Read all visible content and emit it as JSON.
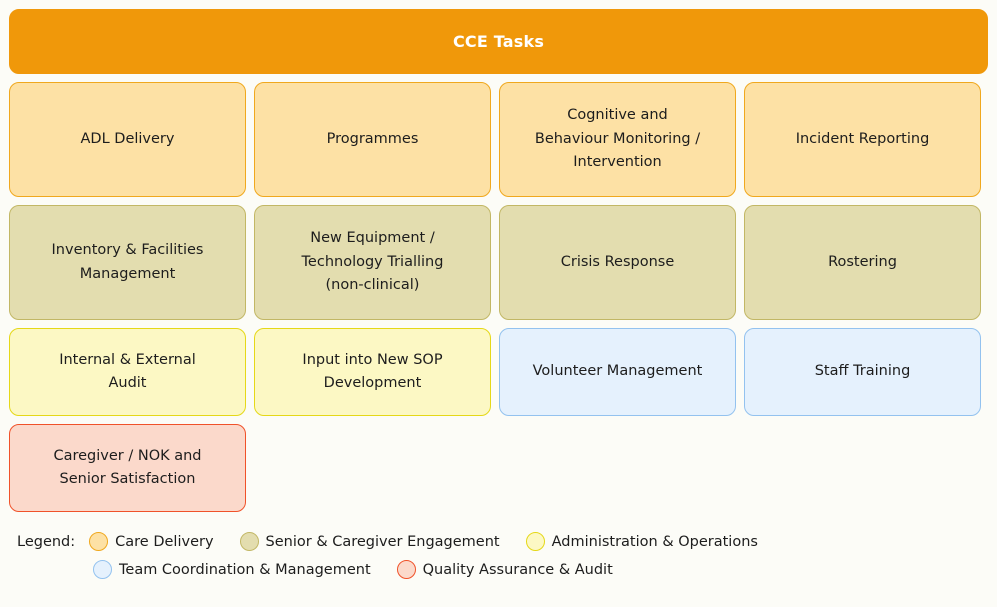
{
  "header": {
    "title": "CCE Tasks",
    "background_color": "#f0980a",
    "text_color": "#ffffff"
  },
  "categories": {
    "care": {
      "name": "Care Delivery",
      "fill": "#fde1a5",
      "border": "#f0a81e"
    },
    "senior": {
      "name": "Senior & Caregiver Engagement",
      "fill": "#e3ddaf",
      "border": "#c2b765"
    },
    "admin": {
      "name": "Administration & Operations",
      "fill": "#fcf8c4",
      "border": "#e5d818"
    },
    "team": {
      "name": "Team Coordination & Management",
      "fill": "#e5f1fd",
      "border": "#93c2ef"
    },
    "quality": {
      "name": "Quality Assurance & Audit",
      "fill": "#fbd9cb",
      "border": "#f0522a"
    }
  },
  "grid": {
    "rows": [
      {
        "cards": [
          {
            "label": "ADL Delivery",
            "category": "care"
          },
          {
            "label": "Programmes",
            "category": "care"
          },
          {
            "label": "Cognitive and\nBehaviour Monitoring /\nIntervention",
            "category": "care"
          },
          {
            "label": "Incident Reporting",
            "category": "care"
          }
        ]
      },
      {
        "cards": [
          {
            "label": "Inventory & Facilities\nManagement",
            "category": "senior"
          },
          {
            "label": "New Equipment /\nTechnology Trialling\n(non-clinical)",
            "category": "senior"
          },
          {
            "label": "Crisis Response",
            "category": "senior"
          },
          {
            "label": "Rostering",
            "category": "senior"
          }
        ]
      },
      {
        "cards": [
          {
            "label": "Internal & External\nAudit",
            "category": "admin"
          },
          {
            "label": "Input into New SOP\nDevelopment",
            "category": "admin"
          },
          {
            "label": "Volunteer Management",
            "category": "team"
          },
          {
            "label": "Staff Training",
            "category": "team"
          }
        ]
      },
      {
        "cards": [
          {
            "label": "Caregiver / NOK and\nSenior Satisfaction",
            "category": "quality"
          }
        ]
      }
    ]
  },
  "legend": {
    "title": "Legend:",
    "row1": [
      {
        "label": "Care Delivery",
        "fill": "#fde1a5",
        "border": "#f0a81e"
      },
      {
        "label": "Senior & Caregiver Engagement",
        "fill": "#e3ddaf",
        "border": "#c2b765"
      },
      {
        "label": "Administration & Operations",
        "fill": "#fcf8c4",
        "border": "#e5d818"
      }
    ],
    "row2": [
      {
        "label": "Team Coordination & Management",
        "fill": "#e5f1fd",
        "border": "#93c2ef"
      },
      {
        "label": "Quality Assurance & Audit",
        "fill": "#fbd9cb",
        "border": "#f0522a"
      }
    ]
  },
  "page": {
    "background_color": "#fcfcf7"
  }
}
